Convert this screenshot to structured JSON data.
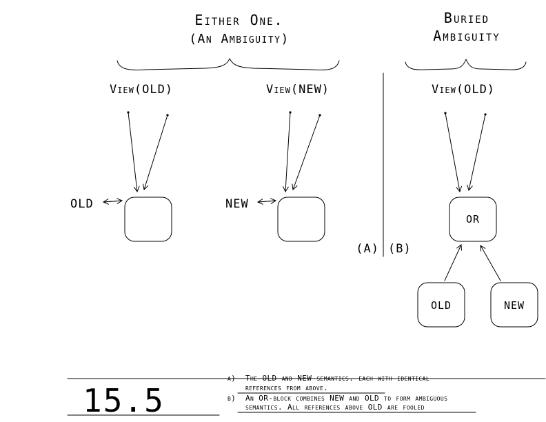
{
  "colors": {
    "ink": "#000000",
    "background": "#ffffff"
  },
  "titles": {
    "left_line1": "Either One.",
    "left_line2": "(An Ambiguity)",
    "right_line1": "Buried",
    "right_line2": "Ambiguity"
  },
  "labels": {
    "view_old_left": "View(OLD)",
    "view_new_mid": "View(NEW)",
    "view_old_right": "View(OLD)",
    "old_pointer": "OLD",
    "new_pointer": "NEW",
    "divider_a": "(A)",
    "divider_b": "(B)",
    "or_box": "OR",
    "old_box": "OLD",
    "new_box": "NEW"
  },
  "footer": {
    "figure_number": "15.5",
    "note_a_prefix": "a)",
    "note_a_line1": "The OLD and NEW semantics. each with identical",
    "note_a_line2": "references from above.",
    "note_b_prefix": "b)",
    "note_b_line1": "An OR-block combines NEW and OLD to form ambiguous",
    "note_b_line2": "semantics.  All references above OLD are fooled"
  }
}
